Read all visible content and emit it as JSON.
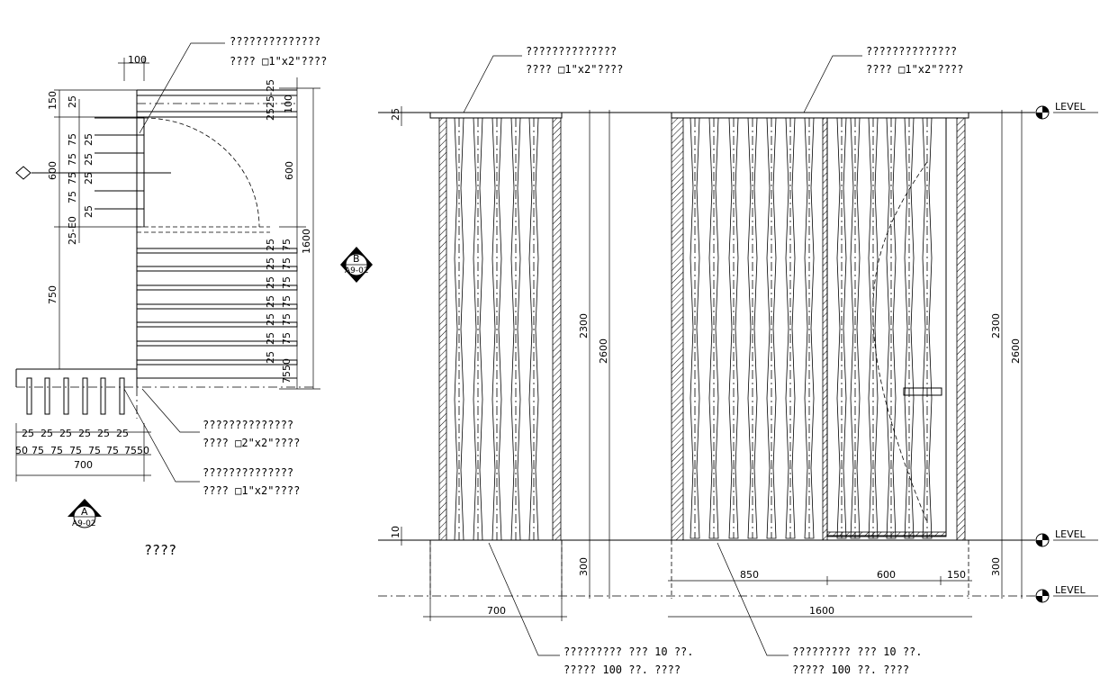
{
  "plan": {
    "title": "????",
    "callout_top_line1": "??????????????",
    "callout_top_line2": "????  □1\"x2\"????",
    "callout_mid_line1": "??????????????",
    "callout_mid_line2": "????  □2\"x2\"????",
    "callout_low_line1": "??????????????",
    "callout_low_line2": "????  □1\"x2\"????",
    "section_mark_a": {
      "letter": "A",
      "sheet": "A9-02"
    },
    "dims": {
      "d100": "100",
      "d150": "150",
      "d25a": "25",
      "d600": "600",
      "d750": "750",
      "d1600": "1600",
      "d700": "700",
      "d50": "50",
      "d75": "75",
      "d25": "25",
      "d7550": "7550",
      "d100v": "100",
      "d2525": "25-25",
      "d25e": "25-E0"
    }
  },
  "section_b": {
    "letter": "B",
    "sheet": "A9-02"
  },
  "elev_left": {
    "callout_top_line1": "??????????????",
    "callout_top_line2": "????  □1\"x2\"????",
    "callout_bot_line1": "?????????  ???  10  ??.",
    "callout_bot_line2": "?????  100  ??.  ????",
    "dims": {
      "d25": "25",
      "d10": "10",
      "d2300": "2300",
      "d2600": "2600",
      "d300": "300",
      "d700": "700"
    }
  },
  "elev_right": {
    "callout_top_line1": "??????????????",
    "callout_top_line2": "????  □1\"x2\"????",
    "callout_bot_line1": "?????????  ???  10  ??.",
    "callout_bot_line2": "?????  100  ??.  ????",
    "dims": {
      "d2300": "2300",
      "d2600": "2600",
      "d300": "300",
      "d850": "850",
      "d600": "600",
      "d150": "150",
      "d1600": "1600"
    }
  },
  "levels": [
    "LEVEL",
    "LEVEL",
    "LEVEL"
  ]
}
